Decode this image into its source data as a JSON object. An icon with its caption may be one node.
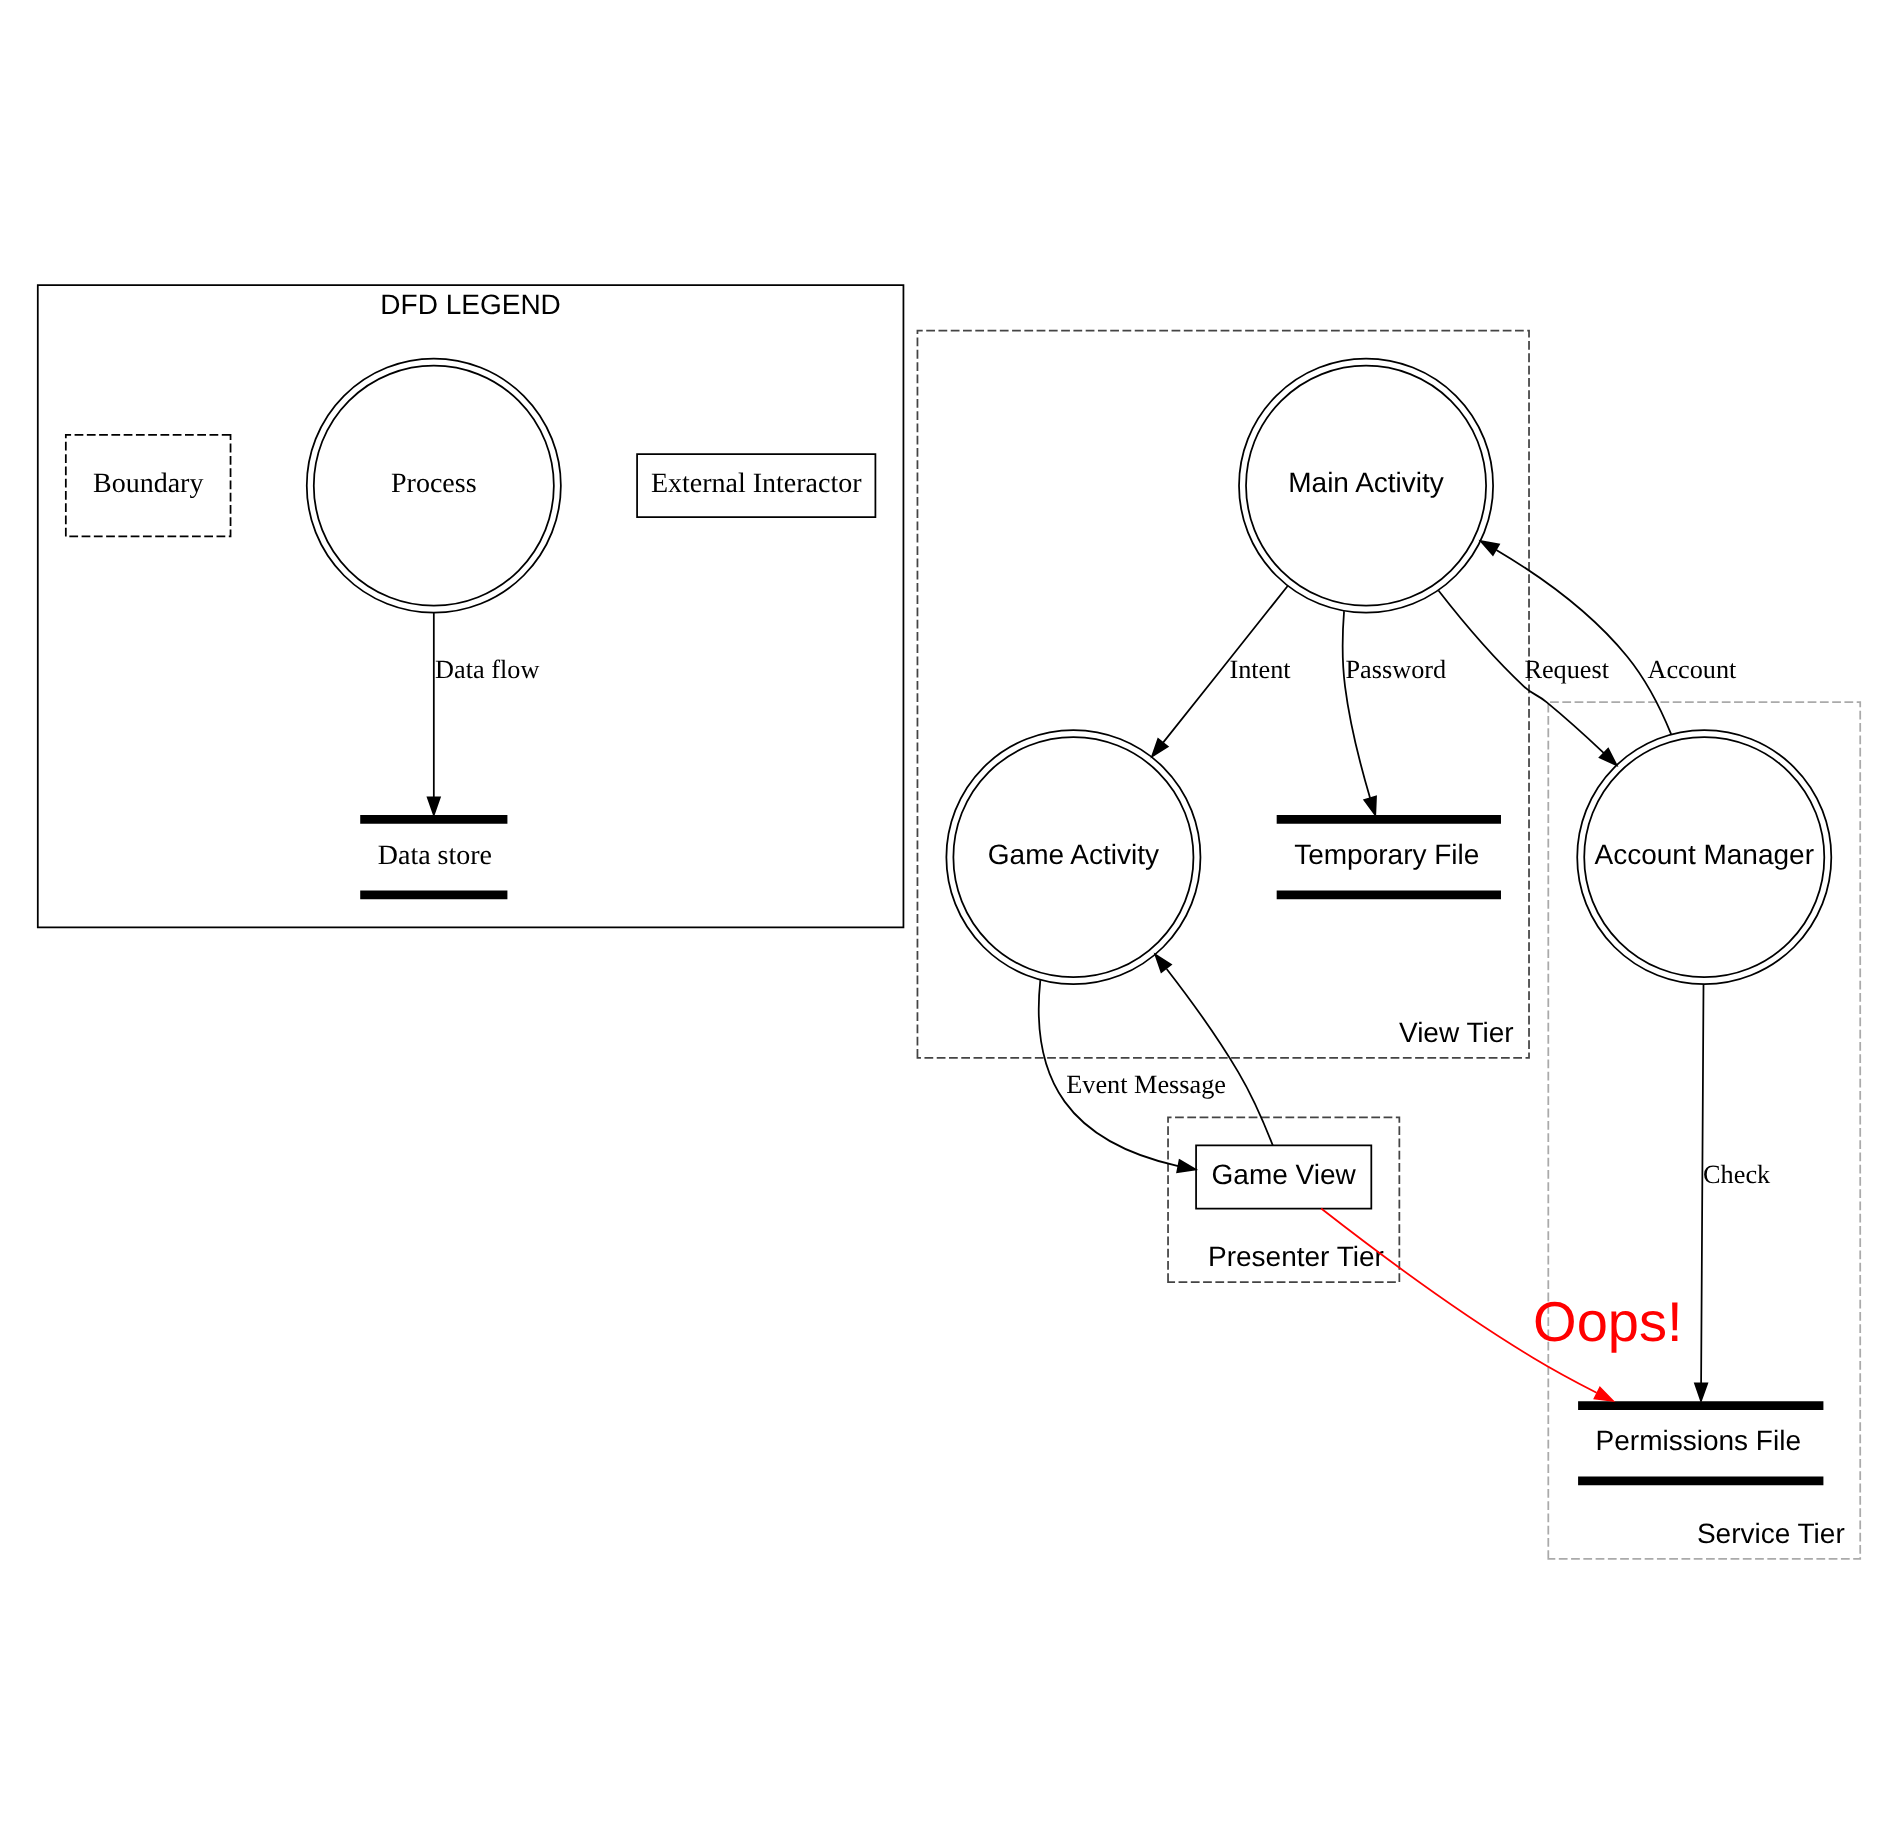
{
  "diagram": {
    "nodes": [
      {
        "text": [
          "DFD LEGEND"
        ]
      },
      {
        "text": [
          "External Interactor"
        ],
        "in": 0
      },
      {
        "text": [
          "Process"
        ],
        "in": 0
      },
      {
        "text": [
          "Boundary"
        ],
        "in": 0
      },
      {
        "text": [
          "Data store"
        ],
        "in": 0
      },
      {
        "text": [
          "View Tier"
        ]
      },
      {
        "text": [
          "Main Activity"
        ],
        "in": 5
      },
      {
        "text": [
          "Game Activity"
        ],
        "in": 5
      },
      {
        "text": [
          "Temporary File"
        ],
        "in": 5
      },
      {
        "text": [
          "Presenter Tier"
        ]
      },
      {
        "text": [
          "Game View"
        ],
        "in": 9
      },
      {
        "text": [
          "Service Tier"
        ]
      },
      {
        "text": [
          "Account Manager"
        ],
        "in": 11
      },
      {
        "text": [
          "Permissions File"
        ],
        "in": 11
      }
    ],
    "edges": [
      {
        "from": 2,
        "to": 4,
        "arrow": "to",
        "label": "Data flow"
      },
      {
        "from": 6,
        "to": 7,
        "arrow": "to",
        "label": "Intent"
      },
      {
        "from": 6,
        "to": 8,
        "arrow": "to",
        "label": "Password"
      },
      {
        "from": 12,
        "to": 6,
        "arrow": "to",
        "label": "Account"
      },
      {
        "from": 6,
        "to": 12,
        "arrow": "to",
        "label": "Request"
      },
      {
        "from": 7,
        "to": 10,
        "arrow": "to",
        "label": "Event Message"
      },
      {
        "from": 10,
        "to": 7,
        "arrow": "to"
      },
      {
        "from": 12,
        "to": 13,
        "arrow": "to",
        "label": "Check"
      },
      {
        "from": 10,
        "to": 13,
        "arrow": "to",
        "label": "Oops!",
        "color": "#ff0000"
      }
    ]
  }
}
